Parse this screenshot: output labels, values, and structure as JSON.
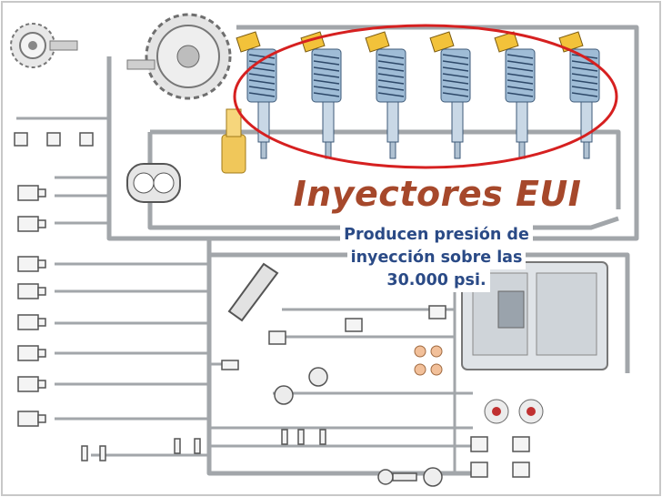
{
  "slide": {
    "title": "Inyectores EUI",
    "subtitle_lines": [
      "Producen presión de",
      "inyección sobre las",
      "30.000 psi."
    ]
  },
  "colors": {
    "title": "#a6482b",
    "subtitle": "#2a4a86",
    "highlight_ellipse": "#d62020",
    "injector_cap": "#f2c23a",
    "injector_body": "#9fbcd6",
    "wiring": "#9aa0a6"
  },
  "diagram": {
    "injector_count": 6,
    "sensor_count": 9,
    "highlight": "red-ellipse-around-injectors"
  }
}
